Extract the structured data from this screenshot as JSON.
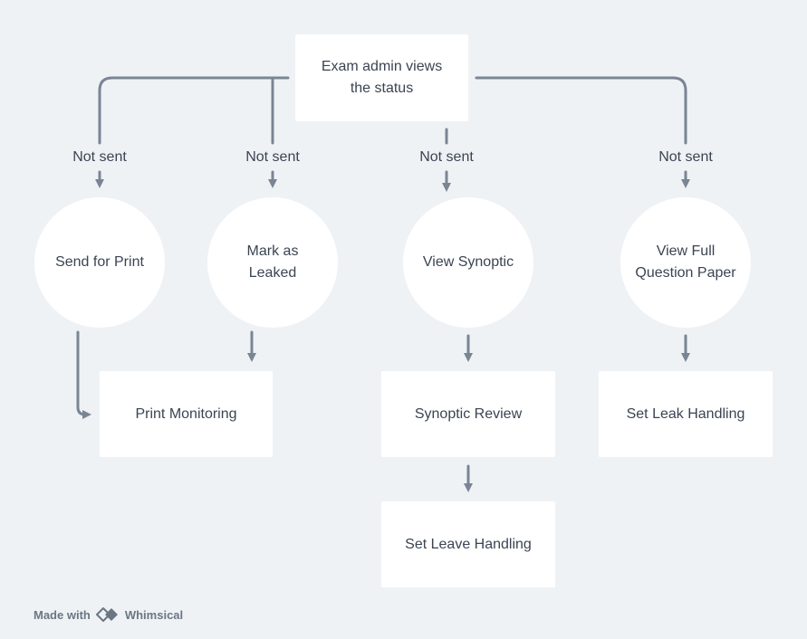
{
  "diagram": {
    "root": {
      "label": "Exam admin views\nthe status"
    },
    "edge_labels": [
      "Not sent",
      "Not sent",
      "Not sent",
      "Not sent"
    ],
    "actions": [
      {
        "label": "Send for Print"
      },
      {
        "label": "Mark as\nLeaked"
      },
      {
        "label": "View Synoptic"
      },
      {
        "label": "View Full\nQuestion Paper"
      }
    ],
    "results": [
      {
        "label": "Print Monitoring"
      },
      {
        "label": "Synoptic Review"
      },
      {
        "label": "Set Leak Handling"
      },
      {
        "label": "Set Leave Handling"
      }
    ]
  },
  "watermark": {
    "made_with": "Made with",
    "brand": "Whimsical"
  },
  "colors": {
    "connector": "#7a8594",
    "background": "#eff2f5",
    "node": "#ffffff",
    "text": "#3b4452"
  }
}
